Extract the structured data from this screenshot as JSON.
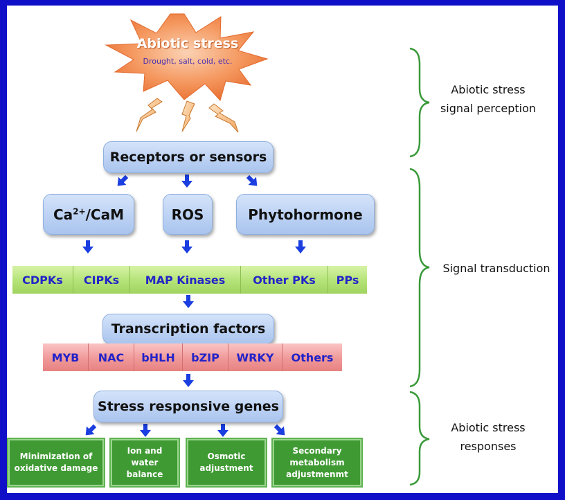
{
  "stress": {
    "title": "Abiotic stress",
    "subtitle": "Drought, salt, cold, etc."
  },
  "receptors": "Receptors or sensors",
  "messengers": {
    "ca": "Ca",
    "ca_sup": "2+",
    "ca_rest": "/CaM",
    "ros": "ROS",
    "phyto": "Phytohormone"
  },
  "kinases": [
    "CDPKs",
    "CIPKs",
    "MAP Kinases",
    "Other PKs",
    "PPs"
  ],
  "transcription": "Transcription factors",
  "tf_families": [
    "MYB",
    "NAC",
    "bHLH",
    "bZIP",
    "WRKY",
    "Others"
  ],
  "genes": "Stress responsive genes",
  "responses": [
    "Minimization of oxidative damage",
    "Ion and water balance",
    "Osmotic adjustment",
    "Secondary metabolism adjustmenmt"
  ],
  "stages": {
    "perception": "Abiotic stress signal perception",
    "transduction": "Signal transduction",
    "responses": "Abiotic stress responses"
  },
  "colors": {
    "frame": "#1010c8",
    "box": "#b9d0f2",
    "kinase_band": "#b6e47a",
    "tf_band": "#f09898",
    "response": "#3f9a33",
    "arrow": "#1a3ee0",
    "starburst": "#f07a3a",
    "bracket": "#3a9a3a"
  }
}
